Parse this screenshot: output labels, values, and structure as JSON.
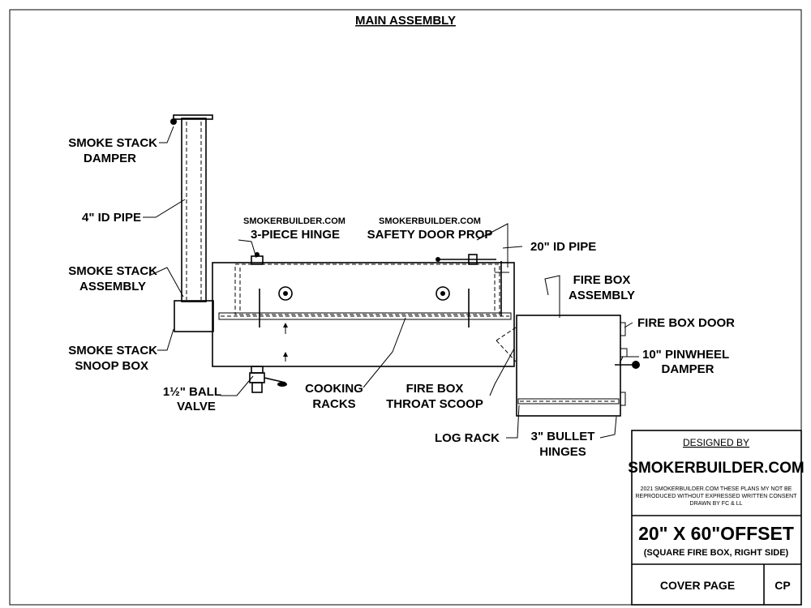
{
  "drawing": {
    "title": "MAIN ASSEMBLY",
    "labels": {
      "smoke_stack_damper": [
        "SMOKE STACK",
        "DAMPER"
      ],
      "id_pipe_4": "4\" ID PIPE",
      "smoke_stack_assembly": [
        "SMOKE STACK",
        "ASSEMBLY"
      ],
      "smoke_stack_snoop_box": [
        "SMOKE STACK",
        "SNOOP BOX"
      ],
      "ball_valve": [
        "1½\" BALL",
        "VALVE"
      ],
      "watermark_hinge": "SMOKERBUILDER.COM",
      "three_piece_hinge": "3-PIECE HINGE",
      "watermark_prop": "SMOKERBUILDER.COM",
      "safety_door_prop": "SAFETY DOOR PROP",
      "id_pipe_20": "20\" ID PIPE",
      "fire_box_assembly": [
        "FIRE BOX",
        "ASSEMBLY"
      ],
      "fire_box_door": "FIRE BOX DOOR",
      "pinwheel_damper": [
        "10\" PINWHEEL",
        "DAMPER"
      ],
      "cooking_racks": [
        "COOKING",
        "RACKS"
      ],
      "fire_box_throat_scoop": [
        "FIRE BOX",
        "THROAT SCOOP"
      ],
      "log_rack": "LOG RACK",
      "bullet_hinges": [
        "3\" BULLET",
        "HINGES"
      ]
    }
  },
  "title_block": {
    "designed_by": "DESIGNED BY",
    "brand": "SMOKERBUILDER.COM",
    "legal": [
      "2021 SMOKERBUILDER.COM THESE PLANS MY NOT BE",
      "REPRODUCED WITHOUT EXPRESSED WRITTEN CONSENT",
      "DRAWN BY FC & LL"
    ],
    "model": "20\" X 60\"OFFSET",
    "model_sub": "(SQUARE FIRE BOX, RIGHT SIDE)",
    "page_name": "COVER PAGE",
    "page_code": "CP"
  }
}
